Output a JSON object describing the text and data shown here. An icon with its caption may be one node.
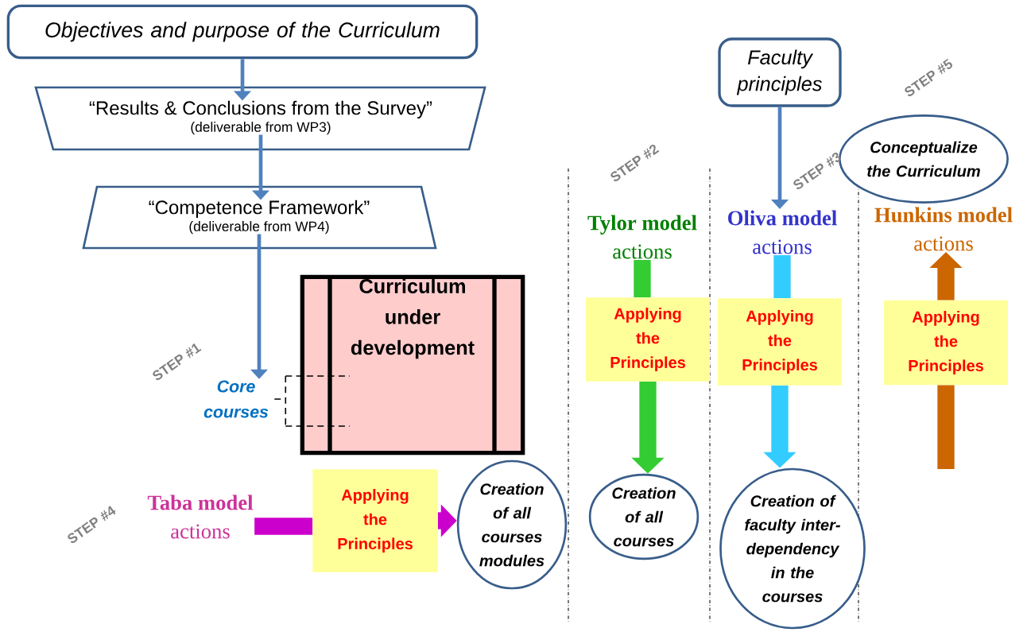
{
  "diagram": {
    "nodes": [
      {
        "text": [
          "Objectives and purpose of the Curriculum"
        ]
      },
      {
        "text": [
          "“Results & Conclusions from the Survey”",
          "(deliverable from WP3)"
        ]
      },
      {
        "text": [
          "“Competence Framework”",
          "(deliverable from WP4)"
        ]
      },
      {
        "text": [
          "Core courses"
        ]
      },
      {
        "text": [
          "Curriculum under development"
        ]
      },
      {
        "text": [
          "Taba model",
          "actions"
        ]
      },
      {
        "text": [
          "Applying the Principles"
        ]
      },
      {
        "text": [
          "Creation of all courses modules"
        ]
      },
      {
        "text": [
          "Tylor model",
          "actions"
        ]
      },
      {
        "text": [
          "Applying the Principles"
        ]
      },
      {
        "text": [
          "Creation of all courses"
        ]
      },
      {
        "text": [
          "Faculty principles"
        ]
      },
      {
        "text": [
          "Oliva model",
          "actions"
        ]
      },
      {
        "text": [
          "Applying the Principles"
        ]
      },
      {
        "text": [
          "Creation of faculty inter-dependency in the courses"
        ]
      },
      {
        "text": [
          "Conceptualize the Curriculum"
        ]
      },
      {
        "text": [
          "Hunkins model",
          "actions"
        ]
      },
      {
        "text": [
          "Applying the Principles"
        ]
      }
    ],
    "edges": [
      {
        "from": 0,
        "to": 1,
        "arrow": "to"
      },
      {
        "from": 1,
        "to": 2,
        "arrow": "to"
      },
      {
        "from": 2,
        "to": 3,
        "arrow": "to"
      },
      {
        "from": 3,
        "to": 4,
        "arrow": "none",
        "style": "dashed",
        "color": "#000000"
      },
      {
        "from": 5,
        "to": 6,
        "arrow": "none",
        "color": "#cc00cc"
      },
      {
        "from": 6,
        "to": 7,
        "arrow": "to",
        "color": "#cc00cc"
      },
      {
        "from": 8,
        "to": 9,
        "arrow": "none",
        "color": "#33cc33"
      },
      {
        "from": 9,
        "to": 10,
        "arrow": "to",
        "color": "#33cc33"
      },
      {
        "from": 11,
        "to": 12,
        "arrow": "to"
      },
      {
        "from": 12,
        "to": 13,
        "arrow": "none",
        "color": "#33ccff"
      },
      {
        "from": 13,
        "to": 14,
        "arrow": "to",
        "color": "#33ccff"
      },
      {
        "from": null,
        "to": 17,
        "arrow": "none",
        "color": "#cc6600"
      },
      {
        "from": 17,
        "to": 16,
        "arrow": "to",
        "color": "#cc6600"
      }
    ],
    "labels": [
      "STEP #5",
      "STEP #2",
      "STEP #3",
      "STEP #1",
      "STEP #4"
    ]
  }
}
